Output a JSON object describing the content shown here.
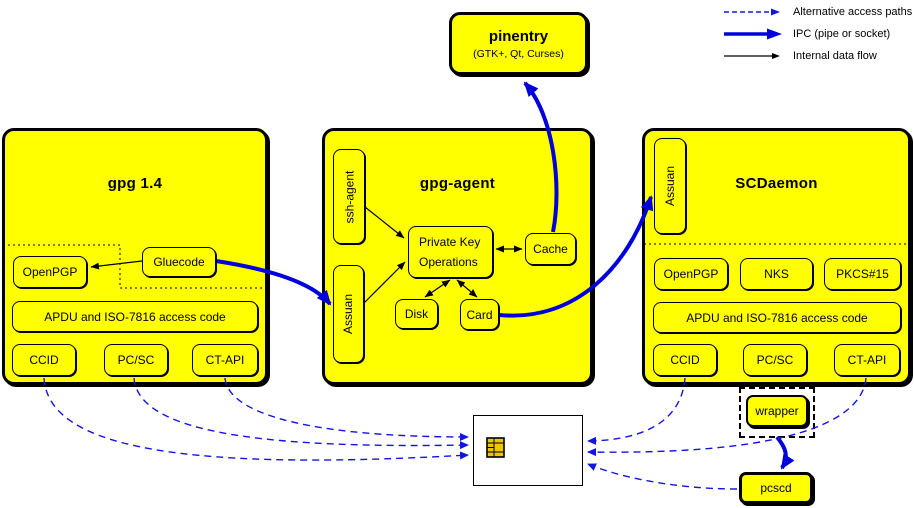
{
  "legend": {
    "items": [
      {
        "label": "Alternative access paths",
        "style": "dashed-blue"
      },
      {
        "label": "IPC (pipe or socket)",
        "style": "thick-blue"
      },
      {
        "label": "Internal data flow",
        "style": "thin-black"
      }
    ]
  },
  "pinentry": {
    "title": "pinentry",
    "subtitle": "(GTK+, Qt, Curses)"
  },
  "gpg14": {
    "title": "gpg 1.4",
    "openpgp": "OpenPGP",
    "gluecode": "Gluecode",
    "apdu": "APDU and ISO-7816 access code",
    "ccid": "CCID",
    "pcsc": "PC/SC",
    "ctapi": "CT-API"
  },
  "gpg_agent": {
    "title": "gpg-agent",
    "ssh_agent": "ssh-agent",
    "assuan": "Assuan",
    "private_key_line1": "Private Key",
    "private_key_line2": "Operations",
    "cache": "Cache",
    "disk": "Disk",
    "card": "Card"
  },
  "scdaemon": {
    "title": "SCDaemon",
    "assuan": "Assuan",
    "openpgp": "OpenPGP",
    "nks": "NKS",
    "pkcs15": "PKCS#15",
    "apdu": "APDU and ISO-7816 access code",
    "ccid": "CCID",
    "pcsc": "PC/SC",
    "ctapi": "CT-API"
  },
  "wrapper_label": "wrapper",
  "pcscd_label": "pcscd",
  "colors": {
    "box_yellow": "#ffff00",
    "ipc_blue": "#0000dd",
    "alt_path_blue": "#1313e2",
    "line_black": "#000000",
    "chip_gold": "#f0c400"
  }
}
